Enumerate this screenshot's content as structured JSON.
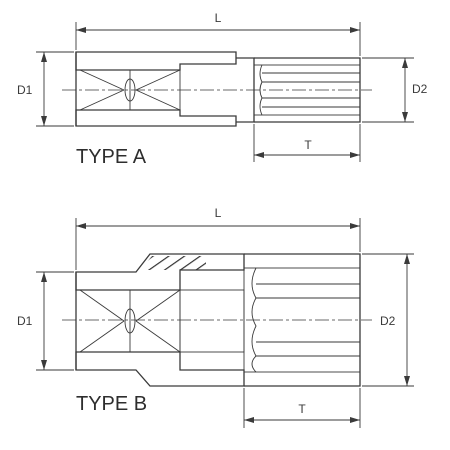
{
  "type_a": {
    "title": "TYPE A",
    "dim_length": "L",
    "dim_d1": "D1",
    "dim_d2": "D2",
    "dim_t": "T"
  },
  "type_b": {
    "title": "TYPE B",
    "dim_length": "L",
    "dim_d1": "D1",
    "dim_d2": "D2",
    "dim_t": "T"
  },
  "colors": {
    "line": "#3a3a3a",
    "background": "#ffffff"
  }
}
